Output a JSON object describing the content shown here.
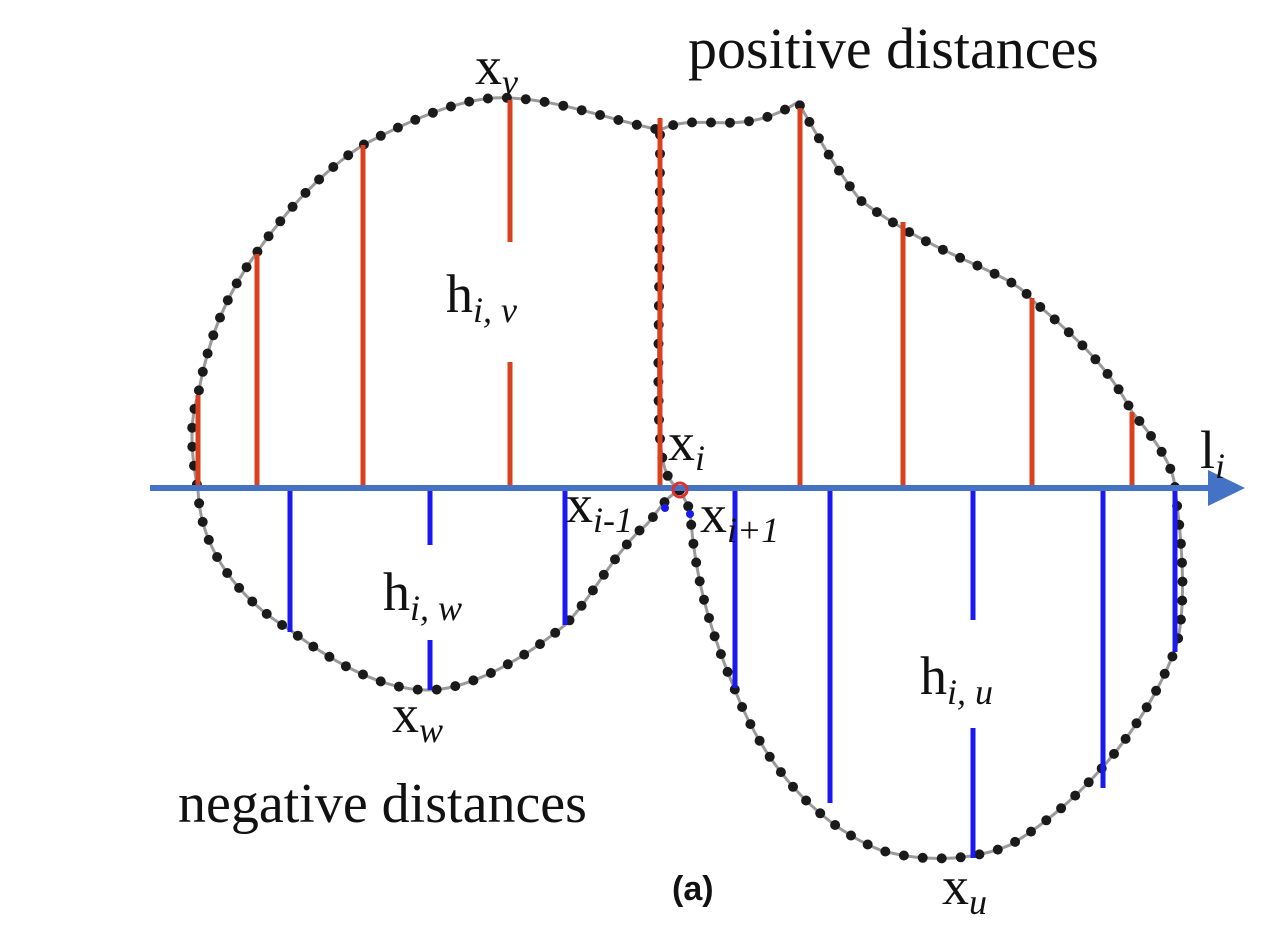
{
  "figure": {
    "caption": "(a)",
    "region_labels": {
      "positive": "positive distances",
      "negative": "negative distances"
    },
    "axis": {
      "name": "l",
      "subscript": "i",
      "color": "#4472c4"
    },
    "points": {
      "xv": {
        "name": "x",
        "subscript": "v"
      },
      "xw": {
        "name": "x",
        "subscript": "w"
      },
      "xu": {
        "name": "x",
        "subscript": "u"
      },
      "xi": {
        "name": "x",
        "subscript": "i"
      },
      "xim1": {
        "name": "x",
        "subscript": "i-1"
      },
      "xip1": {
        "name": "x",
        "subscript": "i+1"
      }
    },
    "distances": {
      "hiv": {
        "name": "h",
        "subscript": "i, v"
      },
      "hiw": {
        "name": "h",
        "subscript": "i, w"
      },
      "hiu": {
        "name": "h",
        "subscript": "i, u"
      }
    },
    "colors": {
      "positive_line": "#d9401e",
      "negative_line": "#1a1aee",
      "curve": "#9a9a9a",
      "dots": "#1a1a1a",
      "current_point": "#e0302e"
    },
    "icons": {
      "arrow": "arrow-right-icon"
    }
  }
}
